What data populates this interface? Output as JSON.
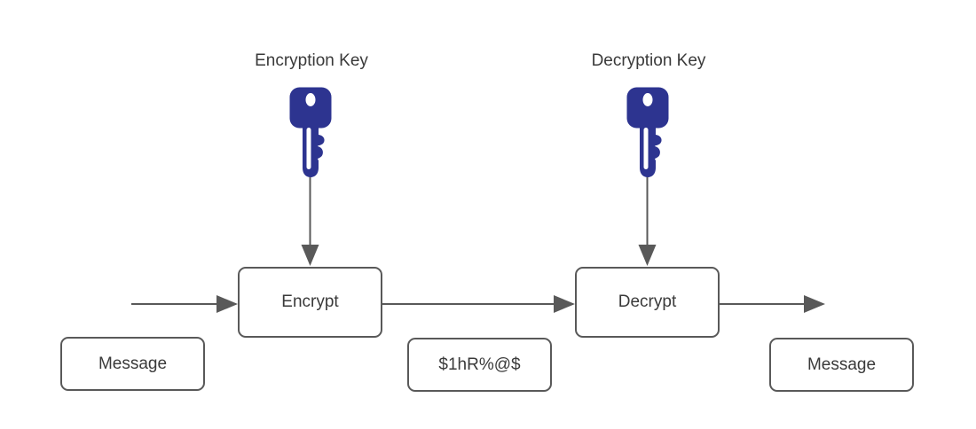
{
  "diagram": {
    "labels": {
      "encryption_key": "Encryption Key",
      "decryption_key": "Decryption Key"
    },
    "nodes": {
      "encrypt": {
        "label": "Encrypt"
      },
      "decrypt": {
        "label": "Decrypt"
      },
      "message_in": {
        "label": "Message"
      },
      "ciphertext": {
        "label": "$1hR%@$"
      },
      "message_out": {
        "label": "Message"
      }
    },
    "icons": {
      "encryption_key_icon": "key-icon",
      "decryption_key_icon": "key-icon"
    },
    "colors": {
      "key": "#2d3490",
      "line": "#595959",
      "box_border": "#595959",
      "text": "#3a3a3a",
      "background": "#ffffff"
    }
  }
}
